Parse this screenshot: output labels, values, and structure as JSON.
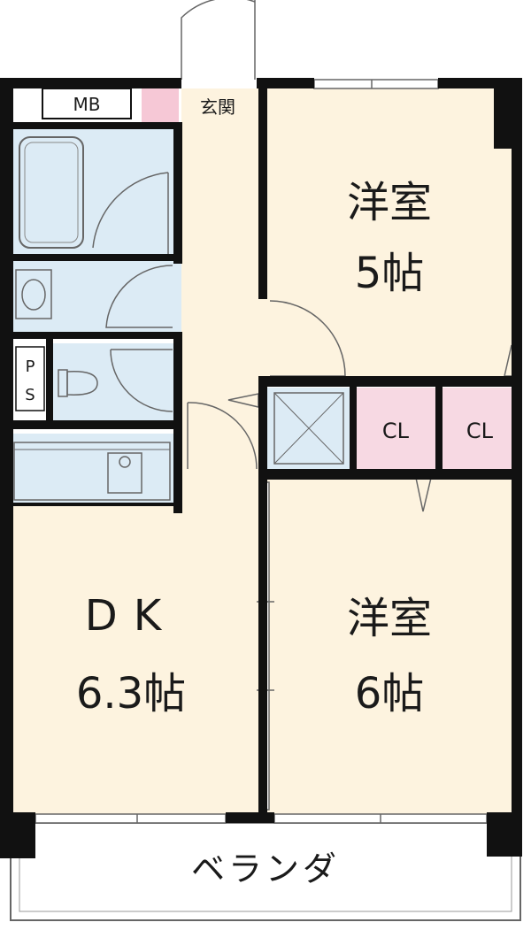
{
  "rooms": {
    "bedroom_top": {
      "name": "洋室",
      "size": "5帖"
    },
    "bedroom_bottom": {
      "name": "洋室",
      "size": "6帖"
    },
    "dining_kitchen": {
      "name": "DK",
      "size": "6.3帖"
    }
  },
  "labels": {
    "meter_box": "MB",
    "entrance": "玄関",
    "pipe_space_p": "P",
    "pipe_space_s": "S",
    "closet_1": "CL",
    "closet_2": "CL",
    "veranda": "ベランダ"
  },
  "colors": {
    "wall": "#111111",
    "room_floor": "#fdf3df",
    "wet_area": "#dcebf5",
    "closet": "#f7d9e3",
    "entrance": "#f6c8d6",
    "line": "#666666"
  }
}
